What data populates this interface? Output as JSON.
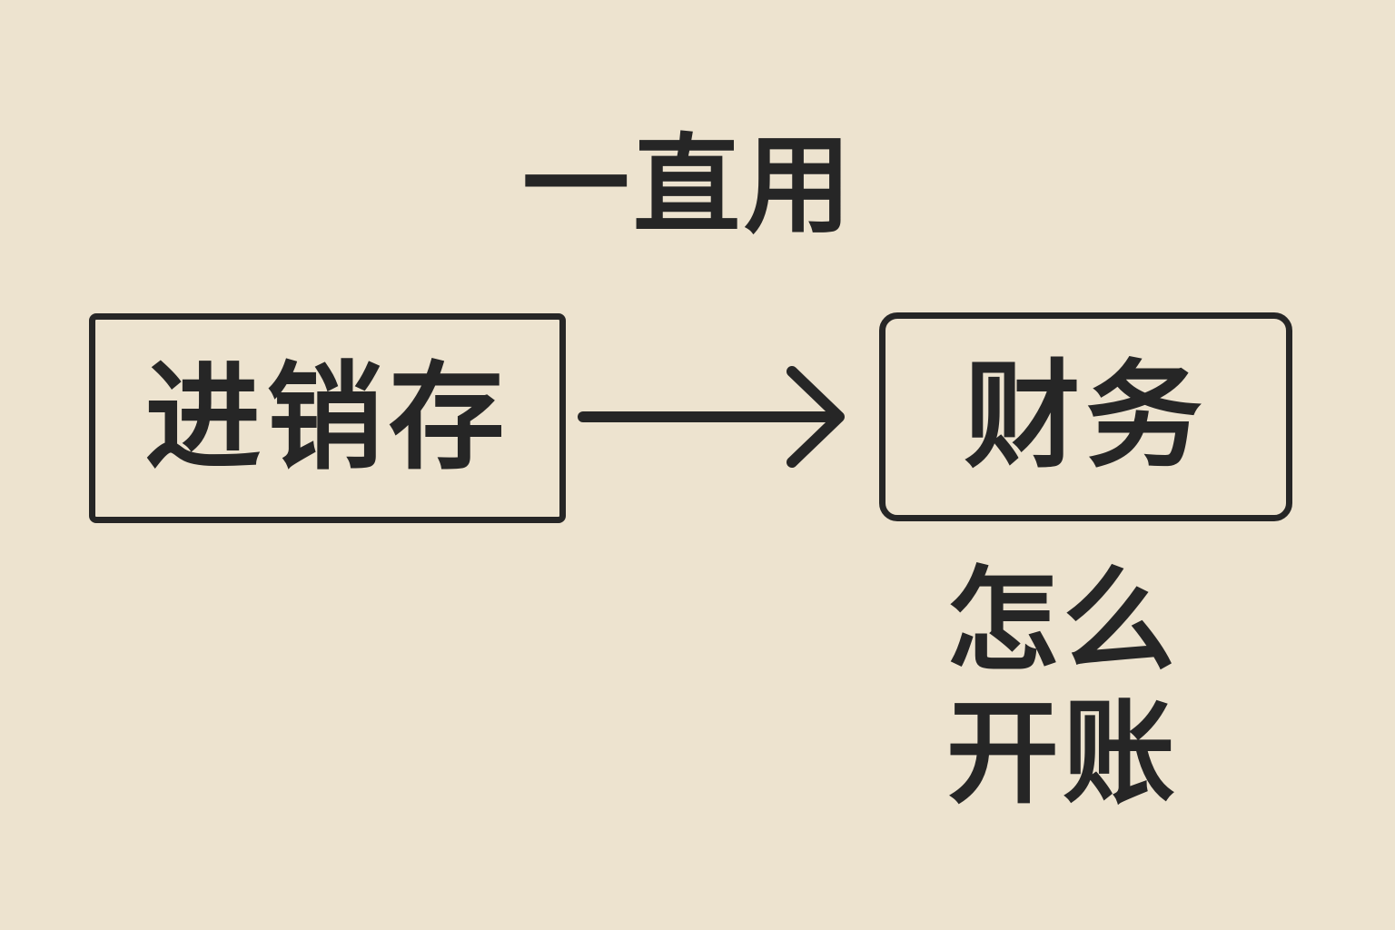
{
  "top_label": "一直用",
  "source_box": "进销存",
  "target_box": "财务",
  "question_line1": "怎么",
  "question_line2": "开账",
  "colors": {
    "background": "#ede3cf",
    "ink": "#262626"
  }
}
